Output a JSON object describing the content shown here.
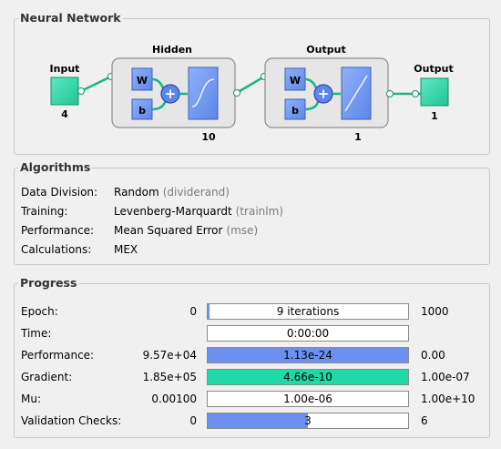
{
  "network": {
    "title": "Neural Network",
    "input_label": "Input",
    "input_size": "4",
    "hidden_label": "Hidden",
    "hidden_size": "10",
    "output_layer_label": "Output",
    "output_layer_size": "1",
    "output_label": "Output",
    "output_size": "1",
    "weight_symbol": "W",
    "bias_symbol": "b",
    "sum_symbol": "+"
  },
  "algorithms": {
    "title": "Algorithms",
    "rows": [
      {
        "label": "Data Division:",
        "value": "Random",
        "fn": "(dividerand)"
      },
      {
        "label": "Training:",
        "value": "Levenberg-Marquardt",
        "fn": "(trainlm)"
      },
      {
        "label": "Performance:",
        "value": "Mean Squared Error",
        "fn": "(mse)"
      },
      {
        "label": "Calculations:",
        "value": "MEX",
        "fn": ""
      }
    ]
  },
  "progress": {
    "title": "Progress",
    "rows": [
      {
        "label": "Epoch:",
        "min": "0",
        "bar_text": "9 iterations",
        "max": "1000",
        "fill_fraction": 0.009,
        "fill_color": "#6c8ff0"
      },
      {
        "label": "Time:",
        "min": "",
        "bar_text": "0:00:00",
        "max": "",
        "fill_fraction": 0,
        "fill_color": "#6c8ff0"
      },
      {
        "label": "Performance:",
        "min": "9.57e+04",
        "bar_text": "1.13e-24",
        "max": "0.00",
        "fill_fraction": 1,
        "fill_color": "#6c8ff0"
      },
      {
        "label": "Gradient:",
        "min": "1.85e+05",
        "bar_text": "4.66e-10",
        "max": "1.00e-07",
        "fill_fraction": 1,
        "fill_color": "#21d9a6"
      },
      {
        "label": "Mu:",
        "min": "0.00100",
        "bar_text": "1.00e-06",
        "max": "1.00e+10",
        "fill_fraction": 0,
        "fill_color": "#6c8ff0"
      },
      {
        "label": "Validation Checks:",
        "min": "0",
        "bar_text": "3",
        "max": "6",
        "fill_fraction": 0.5,
        "fill_color": "#6c8ff0"
      }
    ]
  },
  "colors": {
    "input_block": "#33d7a9",
    "weight_block": "#7296f0",
    "connector": "#19b58a",
    "layer_box_fill": "#e6e6e6"
  }
}
